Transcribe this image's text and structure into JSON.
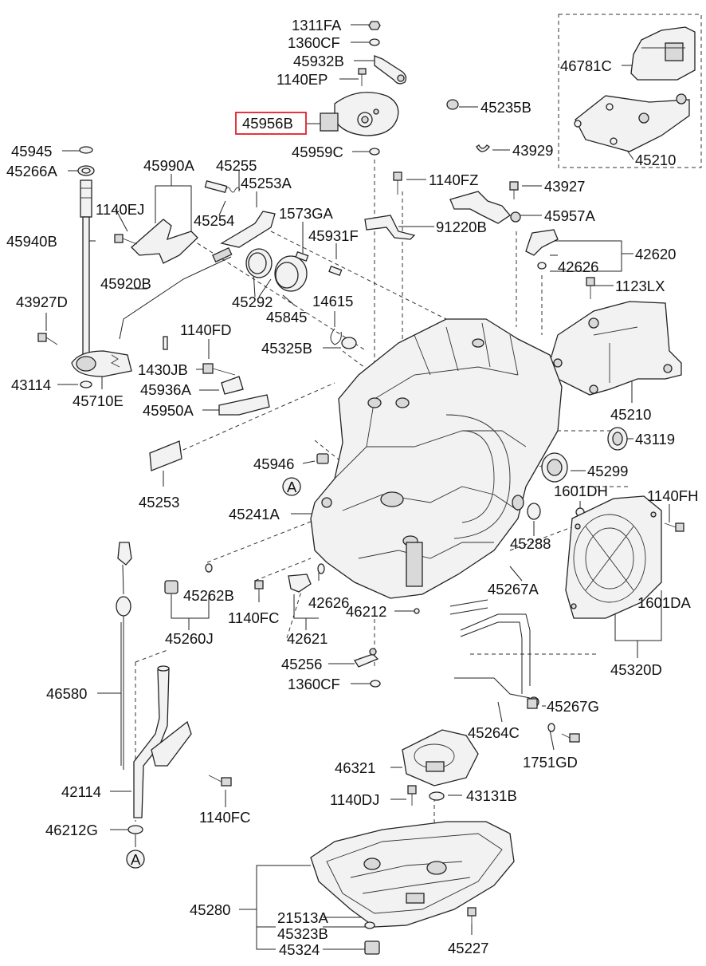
{
  "labels": {
    "l1311FA": "1311FA",
    "l1360CF_top": "1360CF",
    "l45932B": "45932B",
    "l1140EP": "1140EP",
    "l45956B": "45956B",
    "l45959C": "45959C",
    "l45235B": "45235B",
    "l43929": "43929",
    "l46781C": "46781C",
    "l45210_top": "45210",
    "l45945": "45945",
    "l45266A": "45266A",
    "l45990A": "45990A",
    "l45255": "45255",
    "l45253A": "45253A",
    "l1140FZ": "1140FZ",
    "l43927": "43927",
    "l1140EJ": "1140EJ",
    "l45254": "45254",
    "l1573GA": "1573GA",
    "l45957A": "45957A",
    "l45940B": "45940B",
    "l45931F": "45931F",
    "l91220B": "91220B",
    "l42620": "42620",
    "l42626_top": "42626",
    "l45920B": "45920B",
    "l45292": "45292",
    "l1123LX": "1123LX",
    "l43927D": "43927D",
    "l14615": "14615",
    "l45845": "45845",
    "l1140FD": "1140FD",
    "l45325B": "45325B",
    "l43114": "43114",
    "l1430JB": "1430JB",
    "l45936A": "45936A",
    "l45710E": "45710E",
    "l45950A": "45950A",
    "l45210_mid": "45210",
    "l43119": "43119",
    "l45946": "45946",
    "l45299": "45299",
    "l45253": "45253",
    "l1601DH": "1601DH",
    "l1140FH": "1140FH",
    "l45241A": "45241A",
    "l45288": "45288",
    "l45262B": "45262B",
    "l45267A": "45267A",
    "l1140FC_mid": "1140FC",
    "l42626_mid": "42626",
    "l46212": "46212",
    "l1601DA": "1601DA",
    "l45260J": "45260J",
    "l42621": "42621",
    "l45320D": "45320D",
    "l45256": "45256",
    "l1360CF_bot": "1360CF",
    "l46580": "46580",
    "l45267G": "45267G",
    "l45264C": "45264C",
    "l1751GD": "1751GD",
    "l46321": "46321",
    "l42114": "42114",
    "l1140DJ": "1140DJ",
    "l43131B": "43131B",
    "l1140FC_bot": "1140FC",
    "l46212G": "46212G",
    "l45280": "45280",
    "l21513A": "21513A",
    "l45323B": "45323B",
    "l45227": "45227",
    "l45324": "45324",
    "markerA_top": "A",
    "markerA_bot": "A"
  },
  "colors": {
    "highlight": "#e0202a",
    "ink": "#111111"
  }
}
